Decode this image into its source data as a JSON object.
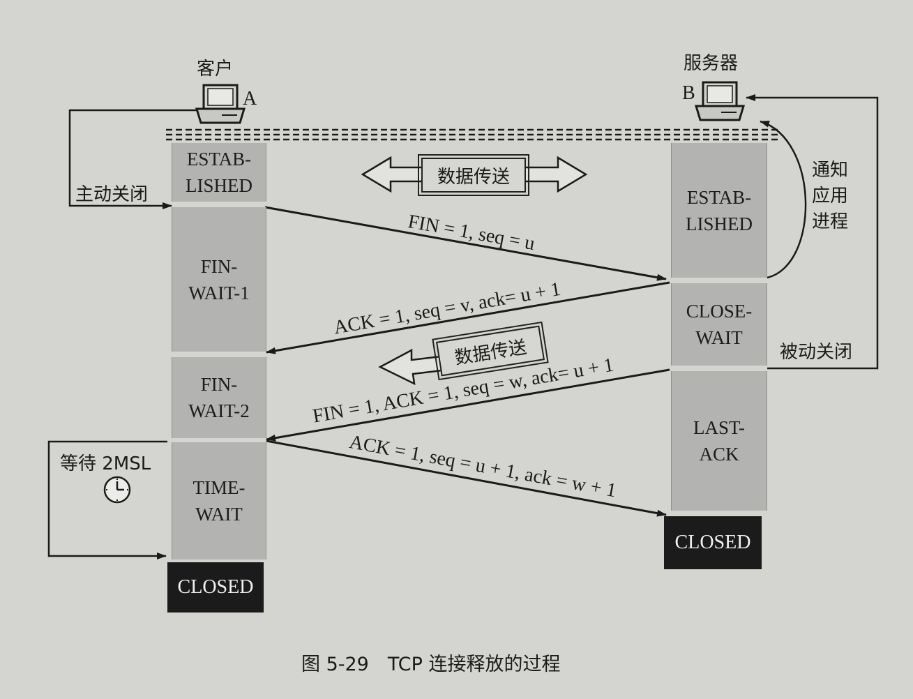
{
  "client": {
    "title": "客户",
    "letter": "A"
  },
  "server": {
    "title": "服务器",
    "letter": "B"
  },
  "client_states": [
    "ESTAB-\nLISHED",
    "FIN-\nWAIT-1",
    "FIN-\nWAIT-2",
    "TIME-\nWAIT"
  ],
  "server_states": [
    "ESTAB-\nLISHED",
    "CLOSE-\nWAIT",
    "LAST-\nACK"
  ],
  "closed_label": "CLOSED",
  "messages": {
    "fin1": "FIN = 1, seq = u",
    "ack1": "ACK = 1, seq = v, ack= u + 1",
    "fin2": "FIN = 1, ACK = 1, seq = w, ack= u + 1",
    "ack2": "ACK = 1, seq = u + 1, ack = w + 1"
  },
  "data_transfer": "数据传送",
  "active_close": "主动关闭",
  "passive_close": "被动关闭",
  "notify_app": "通知\n应用\n进程",
  "wait_2msl": "等待 2MSL",
  "caption": "图 5-29　TCP 连接释放的过程",
  "colors": {
    "state_fill": "#b3b3b1",
    "closed_fill": "#1b1b1b",
    "background": "#d4d5d0"
  }
}
